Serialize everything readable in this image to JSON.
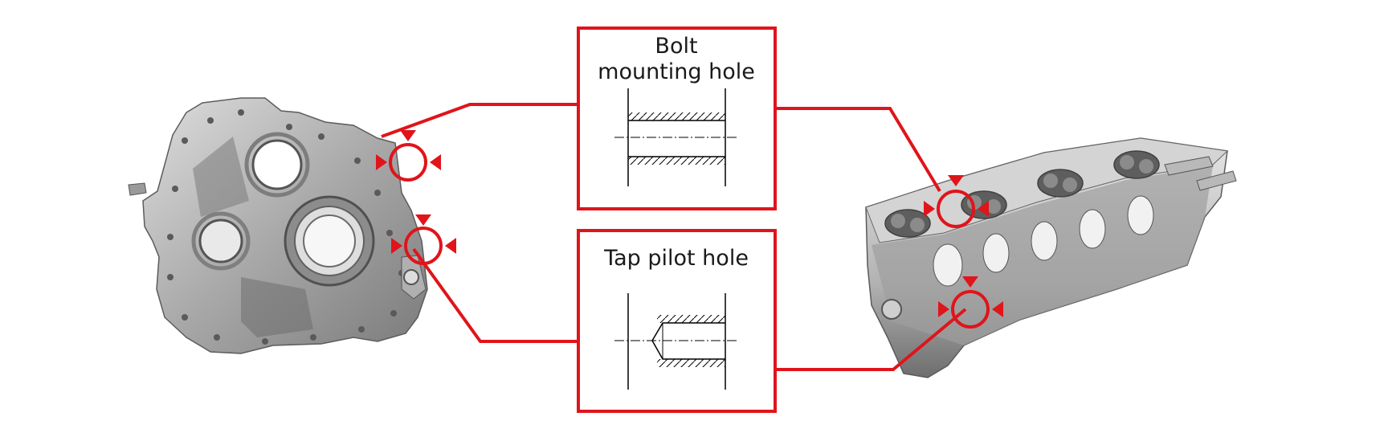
{
  "callouts": {
    "bolt_title_line1": "Bolt",
    "bolt_title_line2": "mounting hole",
    "tap_title": "Tap pilot hole"
  },
  "colors": {
    "accent": "#e0141b",
    "line": "#000000",
    "metal_light": "#c9c9c9",
    "metal_dark": "#6f6f6f",
    "background": "#ffffff"
  },
  "icons": [
    "location-marker-triangle",
    "target-circle"
  ]
}
